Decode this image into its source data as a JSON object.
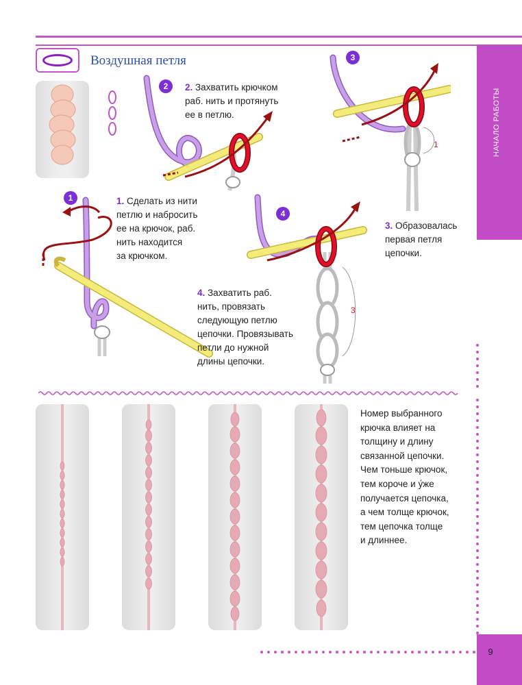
{
  "section": {
    "title": "Воздушная петля",
    "side_tab": "НАЧАЛО РАБОТЫ",
    "page_number": "9"
  },
  "steps": [
    {
      "badge": "1",
      "number": "1.",
      "text_lines": [
        "Сделать из нити",
        "петлю и набросить",
        "ее на крючок, раб.",
        "нить находится",
        "за крючком."
      ]
    },
    {
      "badge": "2",
      "number": "2.",
      "text_lines": [
        "Захватить крючком",
        "раб. нить и протянуть",
        "ее в петлю."
      ]
    },
    {
      "badge": "3",
      "number": "3.",
      "text_lines": [
        "Образовалась",
        "первая петля",
        "цепочки."
      ]
    },
    {
      "badge": "4",
      "number": "4.",
      "text_lines": [
        "Захватить раб.",
        "нить, провязать",
        "следующую петлю",
        "цепочки. Провязывать",
        "петли до нужной",
        "длины цепочки."
      ]
    }
  ],
  "loop_labels": {
    "step3": "1",
    "step4": "3"
  },
  "description_lines": [
    "Номер выбранного",
    "крючка влияет на",
    "толщину и длину",
    "связанной цепочки.",
    "Чем тоньше крючок,",
    "тем короче и у́же",
    "получается цепочка,",
    "а чем толще крючок,",
    "тем цепочка толще",
    "и длиннее."
  ],
  "colors": {
    "accent_magenta": "#c24bc6",
    "step_purple": "#7b2fd6",
    "title_blue": "#2b4ea8",
    "yarn_purple": "#c9a0e6",
    "yarn_red": "#e0102a",
    "hook_yellow": "#f4ec7a",
    "arrow_red": "#9b1010",
    "chain_pink": "#e8b7bd"
  }
}
